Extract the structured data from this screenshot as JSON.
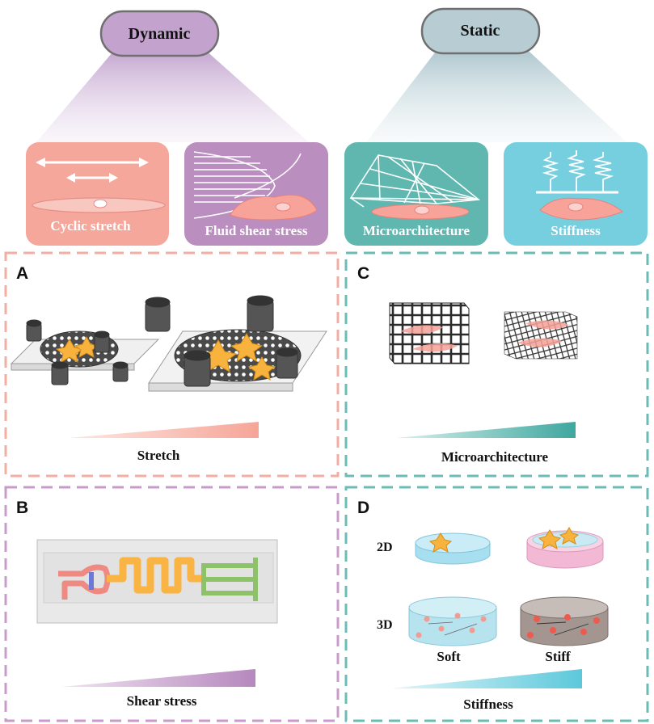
{
  "categories": {
    "dynamic": {
      "label": "Dynamic",
      "color": "#c3a3cd"
    },
    "static": {
      "label": "Static",
      "color": "#b7ccd3"
    }
  },
  "cards": [
    {
      "id": "cyclic-stretch",
      "label": "Cyclic stretch",
      "color": "#f5a79b"
    },
    {
      "id": "fluid-shear-stress",
      "label": "Fluid shear stress",
      "color": "#bb8ec0"
    },
    {
      "id": "microarchitecture",
      "label": "Microarchitecture",
      "color": "#5fb7b0"
    },
    {
      "id": "stiffness",
      "label": "Stiffness",
      "color": "#76cfdf"
    }
  ],
  "panels": {
    "A": {
      "letter": "A",
      "gradient_label": "Stretch",
      "border_color": "#f3aea3",
      "gradient_color": "#f6a597"
    },
    "B": {
      "letter": "B",
      "gradient_label": "Shear stress",
      "border_color": "#c89bcb",
      "gradient_color": "#b688be"
    },
    "C": {
      "letter": "C",
      "gradient_label": "Microarchitecture",
      "border_color": "#6cbcb6",
      "gradient_color": "#4fb0aa"
    },
    "D": {
      "letter": "D",
      "gradient_label": "Stiffness",
      "border_color": "#6cbcb6",
      "gradient_color": "#66cbdc",
      "row_labels": [
        "2D",
        "3D"
      ],
      "col_labels": [
        "Soft",
        "Stiff"
      ]
    }
  }
}
